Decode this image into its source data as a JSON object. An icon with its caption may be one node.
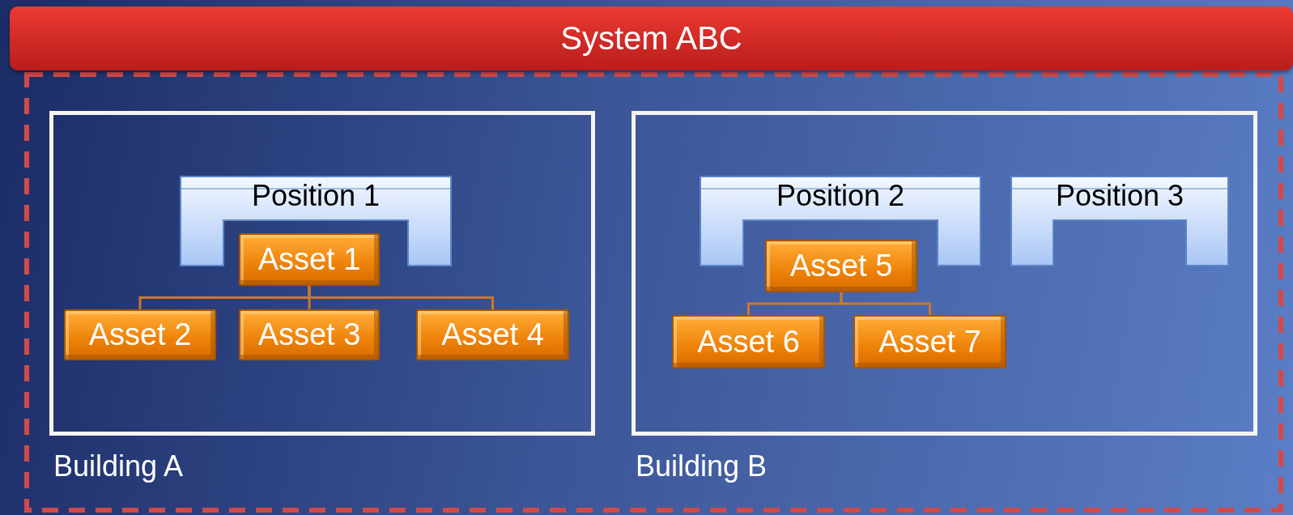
{
  "diagram": {
    "nodes": [
      {
        "text": [
          "System ABC"
        ]
      },
      {
        "text": [
          "Building A"
        ],
        "in": 0
      },
      {
        "text": [
          "Position 1"
        ],
        "in": 1
      },
      {
        "text": [
          "Asset 1"
        ],
        "in": 1
      },
      {
        "text": [
          "Asset 2"
        ],
        "in": 1
      },
      {
        "text": [
          "Asset 3"
        ],
        "in": 1
      },
      {
        "text": [
          "Asset 4"
        ],
        "in": 1
      },
      {
        "text": [
          "Building B"
        ],
        "in": 0
      },
      {
        "text": [
          "Position 2"
        ],
        "in": 7
      },
      {
        "text": [
          "Position 3"
        ],
        "in": 7
      },
      {
        "text": [
          "Asset 5"
        ],
        "in": 7
      },
      {
        "text": [
          "Asset 6"
        ],
        "in": 7
      },
      {
        "text": [
          "Asset 7"
        ],
        "in": 7
      }
    ],
    "edges": [
      {
        "from": 3,
        "to": 4,
        "arrow": "none"
      },
      {
        "from": 3,
        "to": 5,
        "arrow": "none"
      },
      {
        "from": 3,
        "to": 6,
        "arrow": "none"
      },
      {
        "from": 10,
        "to": 11,
        "arrow": "none"
      },
      {
        "from": 10,
        "to": 12,
        "arrow": "none"
      }
    ]
  }
}
